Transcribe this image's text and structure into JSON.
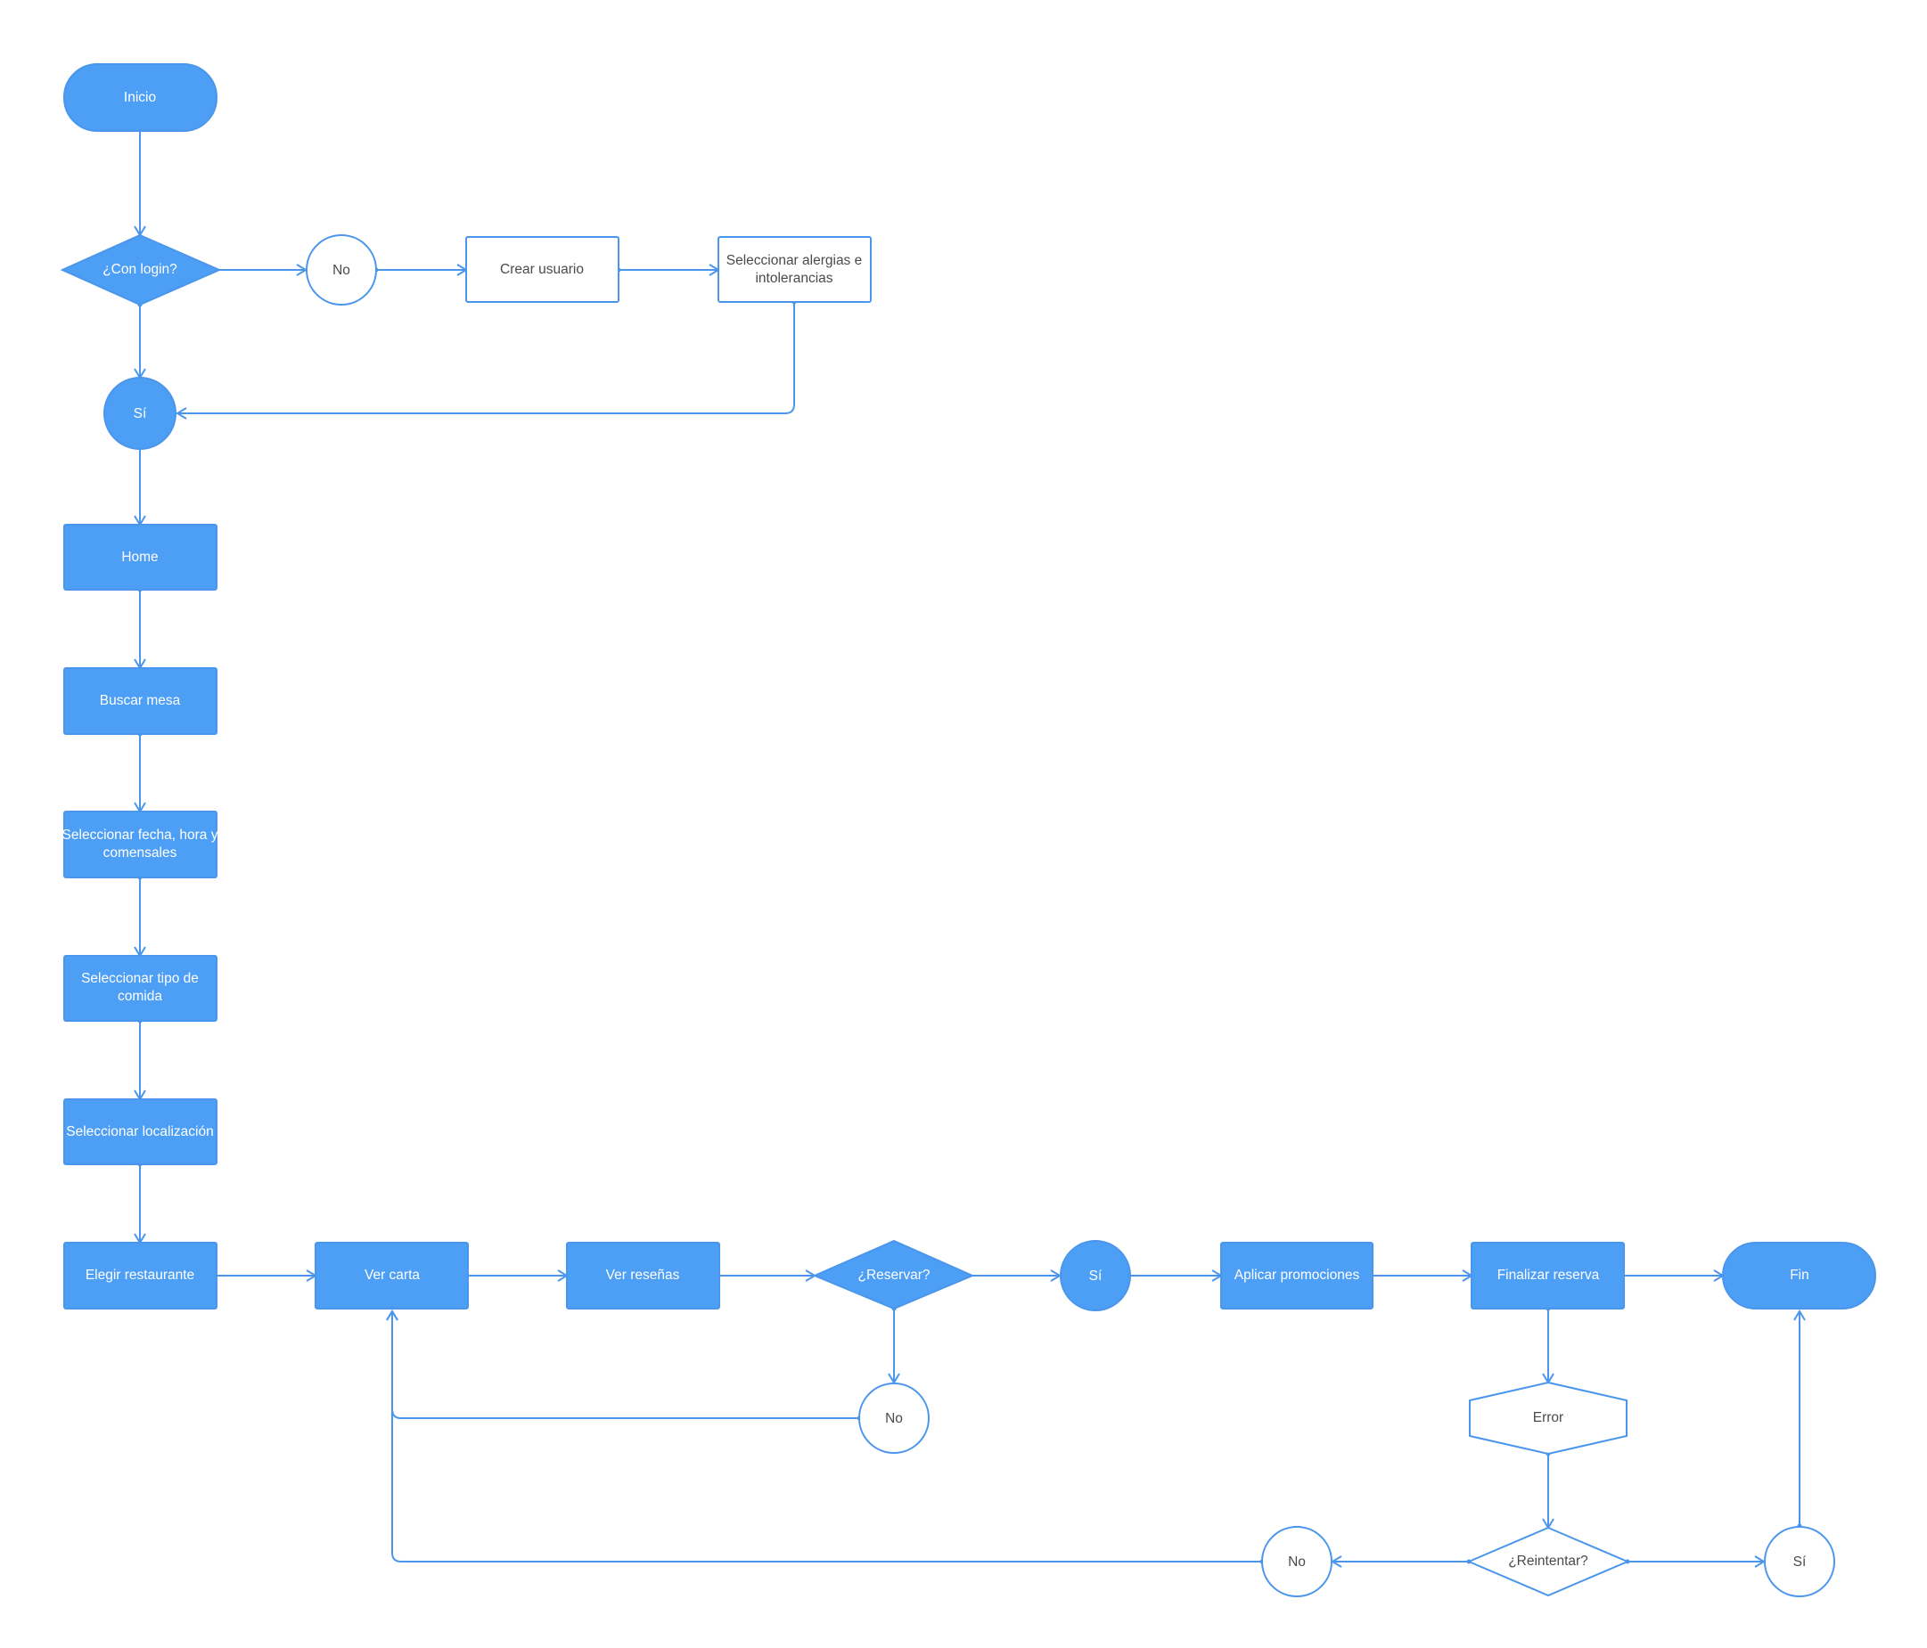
{
  "colors": {
    "fill": "#4d9ef5",
    "stroke": "#4a96ec",
    "line": "#4a96ec",
    "white": "#ffffff",
    "text_dark": "#4a4a4a",
    "text_light": "#ffffff"
  },
  "nodes": {
    "inicio": "Inicio",
    "con_login": "¿Con login?",
    "no_login": "No",
    "crear_usuario": "Crear usuario",
    "seleccionar_alergias": [
      "Seleccionar alergias e",
      "intolerancias"
    ],
    "si_login": "Sí",
    "home": "Home",
    "buscar_mesa": "Buscar mesa",
    "seleccionar_fecha": [
      "Seleccionar fecha, hora y",
      "comensales"
    ],
    "seleccionar_tipo": [
      "Seleccionar tipo de",
      "comida"
    ],
    "seleccionar_localizacion": "Seleccionar localización",
    "elegir_restaurante": "Elegir restaurante",
    "ver_carta": "Ver carta",
    "ver_resenas": "Ver reseñas",
    "reservar": "¿Reservar?",
    "si_reservar": "Sí",
    "no_reservar": "No",
    "aplicar_promociones": "Aplicar promociones",
    "finalizar_reserva": "Finalizar reserva",
    "fin": "Fin",
    "error": "Error",
    "reintentar": "¿Reintentar?",
    "no_reintentar": "No",
    "si_reintentar": "Sí"
  }
}
